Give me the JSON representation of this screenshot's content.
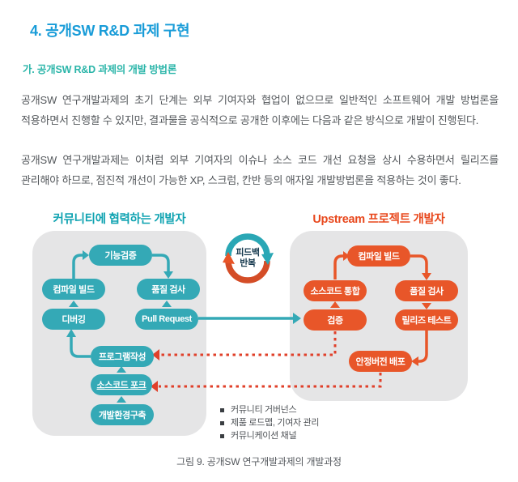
{
  "page": {
    "heading": "4. 공개SW R&D 과제 구현",
    "subheading": "가. 공개SW R&D 과제의 개발 방법론",
    "paragraph1": "공개SW 연구개발과제의 초기 단계는 외부 기여자와 협업이 없으므로 일반적인 소프트웨어 개발 방법론을 적용하면서 진행할 수 있지만, 결과물을 공식적으로 공개한 이후에는 다음과 같은 방식으로 개발이 진행된다.",
    "paragraph2": "공개SW 연구개발과제는 이처럼 외부 기여자의 이슈나 소스 코드 개선 요청을 상시 수용하면서 릴리즈를 관리해야 하므로, 점진적 개선이 가능한 XP, 스크럼, 칸반 등의 애자일 개발방법론을 적용하는 것이 좋다.",
    "caption": "그림 9. 공개SW 연구개발과제의 개발과정"
  },
  "diagram": {
    "left": {
      "title": "커뮤니티에 협력하는 개발자",
      "nodes": {
        "verify": "기능검증",
        "build": "컴파일 빌드",
        "qa": "품질 검사",
        "debug": "디버깅",
        "pull_request": "Pull Request",
        "write": "프로그램작성",
        "fork": "소스코드 포크",
        "env": "개발환경구축"
      }
    },
    "right": {
      "title": "Upstream 프로젝트 개발자",
      "nodes": {
        "build": "컴파일 빌드",
        "integrate": "소스코드 통합",
        "qa": "품질 검사",
        "verify": "검증",
        "release_test": "릴리즈 테스트",
        "deploy": "안정버전 배포"
      }
    },
    "feedback": {
      "line1": "피드백",
      "line2": "반복"
    },
    "bullets": [
      "커뮤니티 거버넌스",
      "제품 로드맵, 기여자 관리",
      "커뮤니케이션 채널"
    ]
  },
  "colors": {
    "heading_blue": "#199cd8",
    "subheading_teal": "#2bb5a9",
    "body_gray": "#53575b",
    "left_title_teal": "#0fa3b1",
    "right_title_orange": "#e8481d",
    "teal_node": "#34a9b6",
    "orange_node": "#e85629",
    "panel_gray": "#e5e5e6",
    "dotted_red": "#e0402a",
    "feedback_navy": "#14384d"
  }
}
